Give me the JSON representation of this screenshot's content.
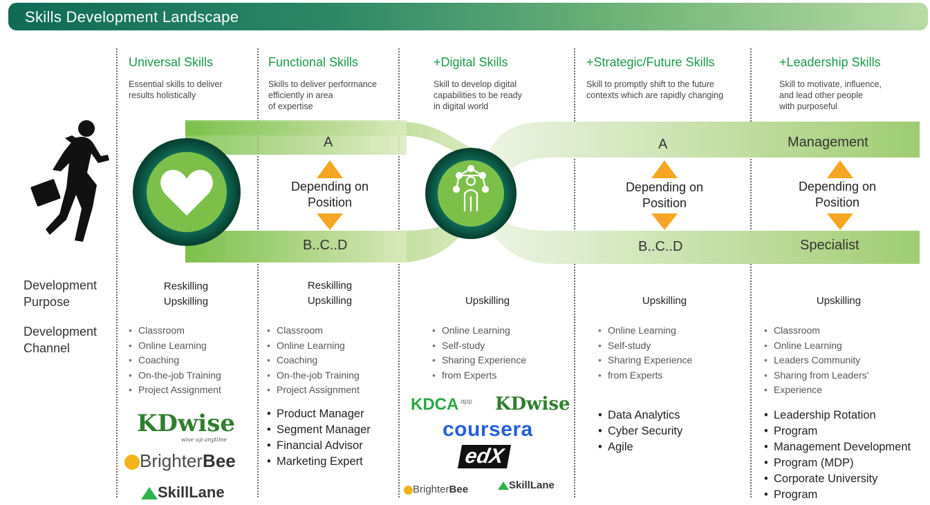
{
  "banner": {
    "title": "Skills Development Landscape"
  },
  "columns": [
    {
      "title": "Universal Skills",
      "desc": [
        "Essential skills to deliver",
        "results holistically"
      ]
    },
    {
      "title": "Functional Skills",
      "desc": [
        "Skills to deliver performance",
        "efficiently in area",
        "of expertise"
      ]
    },
    {
      "title": "+Digital Skills",
      "desc": [
        "Skill to develop digital",
        "capabilities to be ready",
        "in digital world"
      ]
    },
    {
      "title": "+Strategic/Future Skills",
      "desc": [
        "Skill to promptly shift to the future",
        "contexts which are rapidly changing"
      ]
    },
    {
      "title": "+Leadership Skills",
      "desc": [
        "Skill to motivate, influence,",
        "and lead other people",
        "with purposeful"
      ]
    }
  ],
  "flow": {
    "functional": {
      "top": "A",
      "middle": [
        "Depending on",
        "Position"
      ],
      "bottom": "B..C..D"
    },
    "strategic": {
      "top": "A",
      "middle": [
        "Depending on",
        "Position"
      ],
      "bottom": "B..C..D"
    },
    "leadership": {
      "top": "Management",
      "middle": [
        "Depending on",
        "Position"
      ],
      "bottom": "Specialist"
    },
    "colors": {
      "band": "#bcd98a",
      "ring": "#0f6b56",
      "circle": "#7cc04a",
      "arrow": "#f6a623"
    }
  },
  "rows": {
    "purpose": [
      "Development",
      "Purpose"
    ],
    "channel": [
      "Development",
      "Channel"
    ]
  },
  "purpose": [
    [
      "Reskilling",
      "Upskilling"
    ],
    [
      "Reskilling",
      "Upskilling"
    ],
    [
      "Upskilling"
    ],
    [
      "Upskilling"
    ],
    [
      "Upskilling"
    ]
  ],
  "channels": [
    [
      "Classroom",
      "Online Learning",
      "Coaching",
      "On-the-job Training",
      "Project Assignment"
    ],
    [
      "Classroom",
      "Online Learning",
      "Coaching",
      "On-the-job Training",
      "Project Assignment"
    ],
    [
      "Online Learning",
      "Self-study",
      "Sharing Experience",
      "from Experts"
    ],
    [
      "Online Learning",
      "Self-study",
      "Sharing Experience",
      "from Experts"
    ],
    [
      "Classroom",
      "Online Learning",
      "Leaders Community",
      "Sharing from Leaders'",
      "Experience"
    ]
  ],
  "programs": {
    "functional": [
      "Product Manager",
      "Segment Manager",
      "Financial Advisor",
      "Marketing Expert"
    ],
    "strategic": [
      "Data Analytics",
      "Cyber Security",
      "Agile"
    ],
    "leadership": [
      "Leadership Rotation",
      "Program",
      "Management Development",
      "Program (MDP)",
      "Corporate University",
      "Program"
    ]
  },
  "logos": {
    "kdwise": "KDwise",
    "kdwise_tag": "wise up anytime",
    "brighter_a": "Brighter",
    "brighter_b": "Bee",
    "skilllane": "SkillLane",
    "kdca": "KDCA",
    "kdca_sup": ".app",
    "coursera": "coursera",
    "edx": "edX"
  }
}
